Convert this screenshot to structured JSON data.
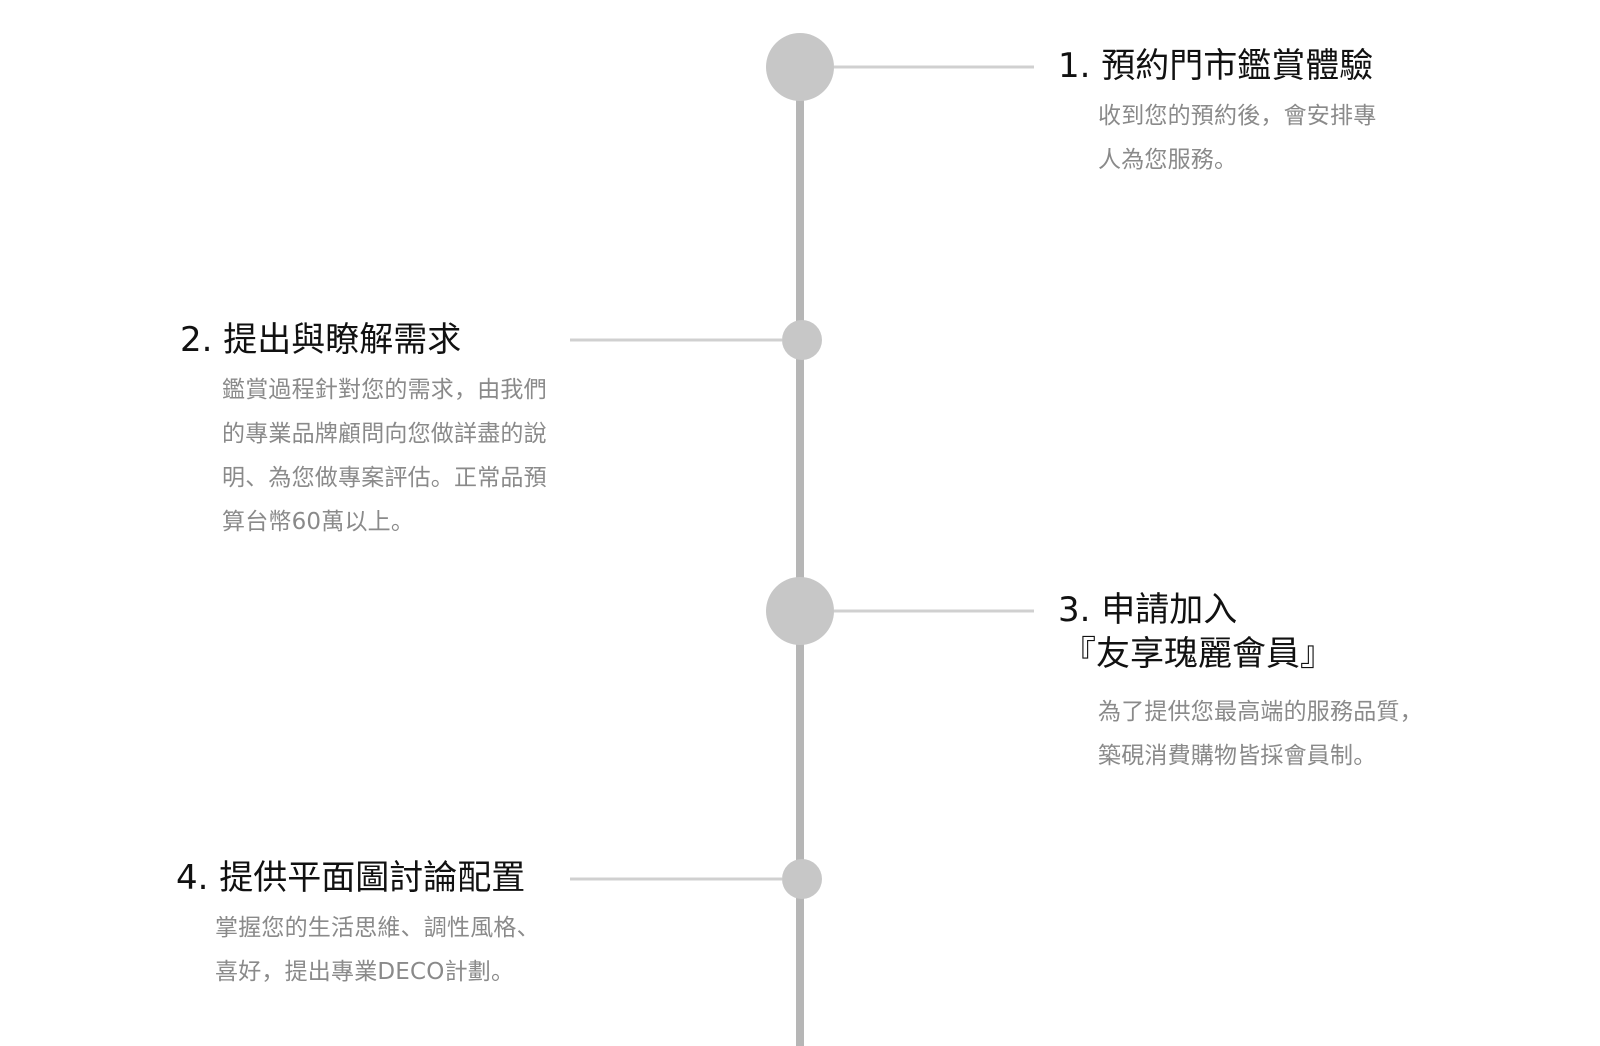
{
  "timeline": {
    "steps": [
      {
        "title": "1. 預約門市鑑賞體驗",
        "desc": "收到您的預約後，會安排專人為您服務。"
      },
      {
        "title": "2. 提出與瞭解需求",
        "desc": "鑑賞過程針對您的需求，由我們的專業品牌顧問向您做詳盡的說明、為您做專案評估。正常品預算台幣60萬以上。"
      },
      {
        "title": "3. 申請加入",
        "title_line2": "『友享瑰麗會員』",
        "desc": "為了提供您最高端的服務品質，築硯消費購物皆採會員制。"
      },
      {
        "title": "4. 提供平面圖討論配置",
        "desc": "掌握您的生活思維、調性風格、喜好，提出專業DECO計劃。"
      }
    ]
  },
  "colors": {
    "line": "#b6b6b6",
    "dot": "#c7c7c7",
    "connector": "#d0d0d0",
    "title": "#111111",
    "desc": "#8a8a8a"
  }
}
